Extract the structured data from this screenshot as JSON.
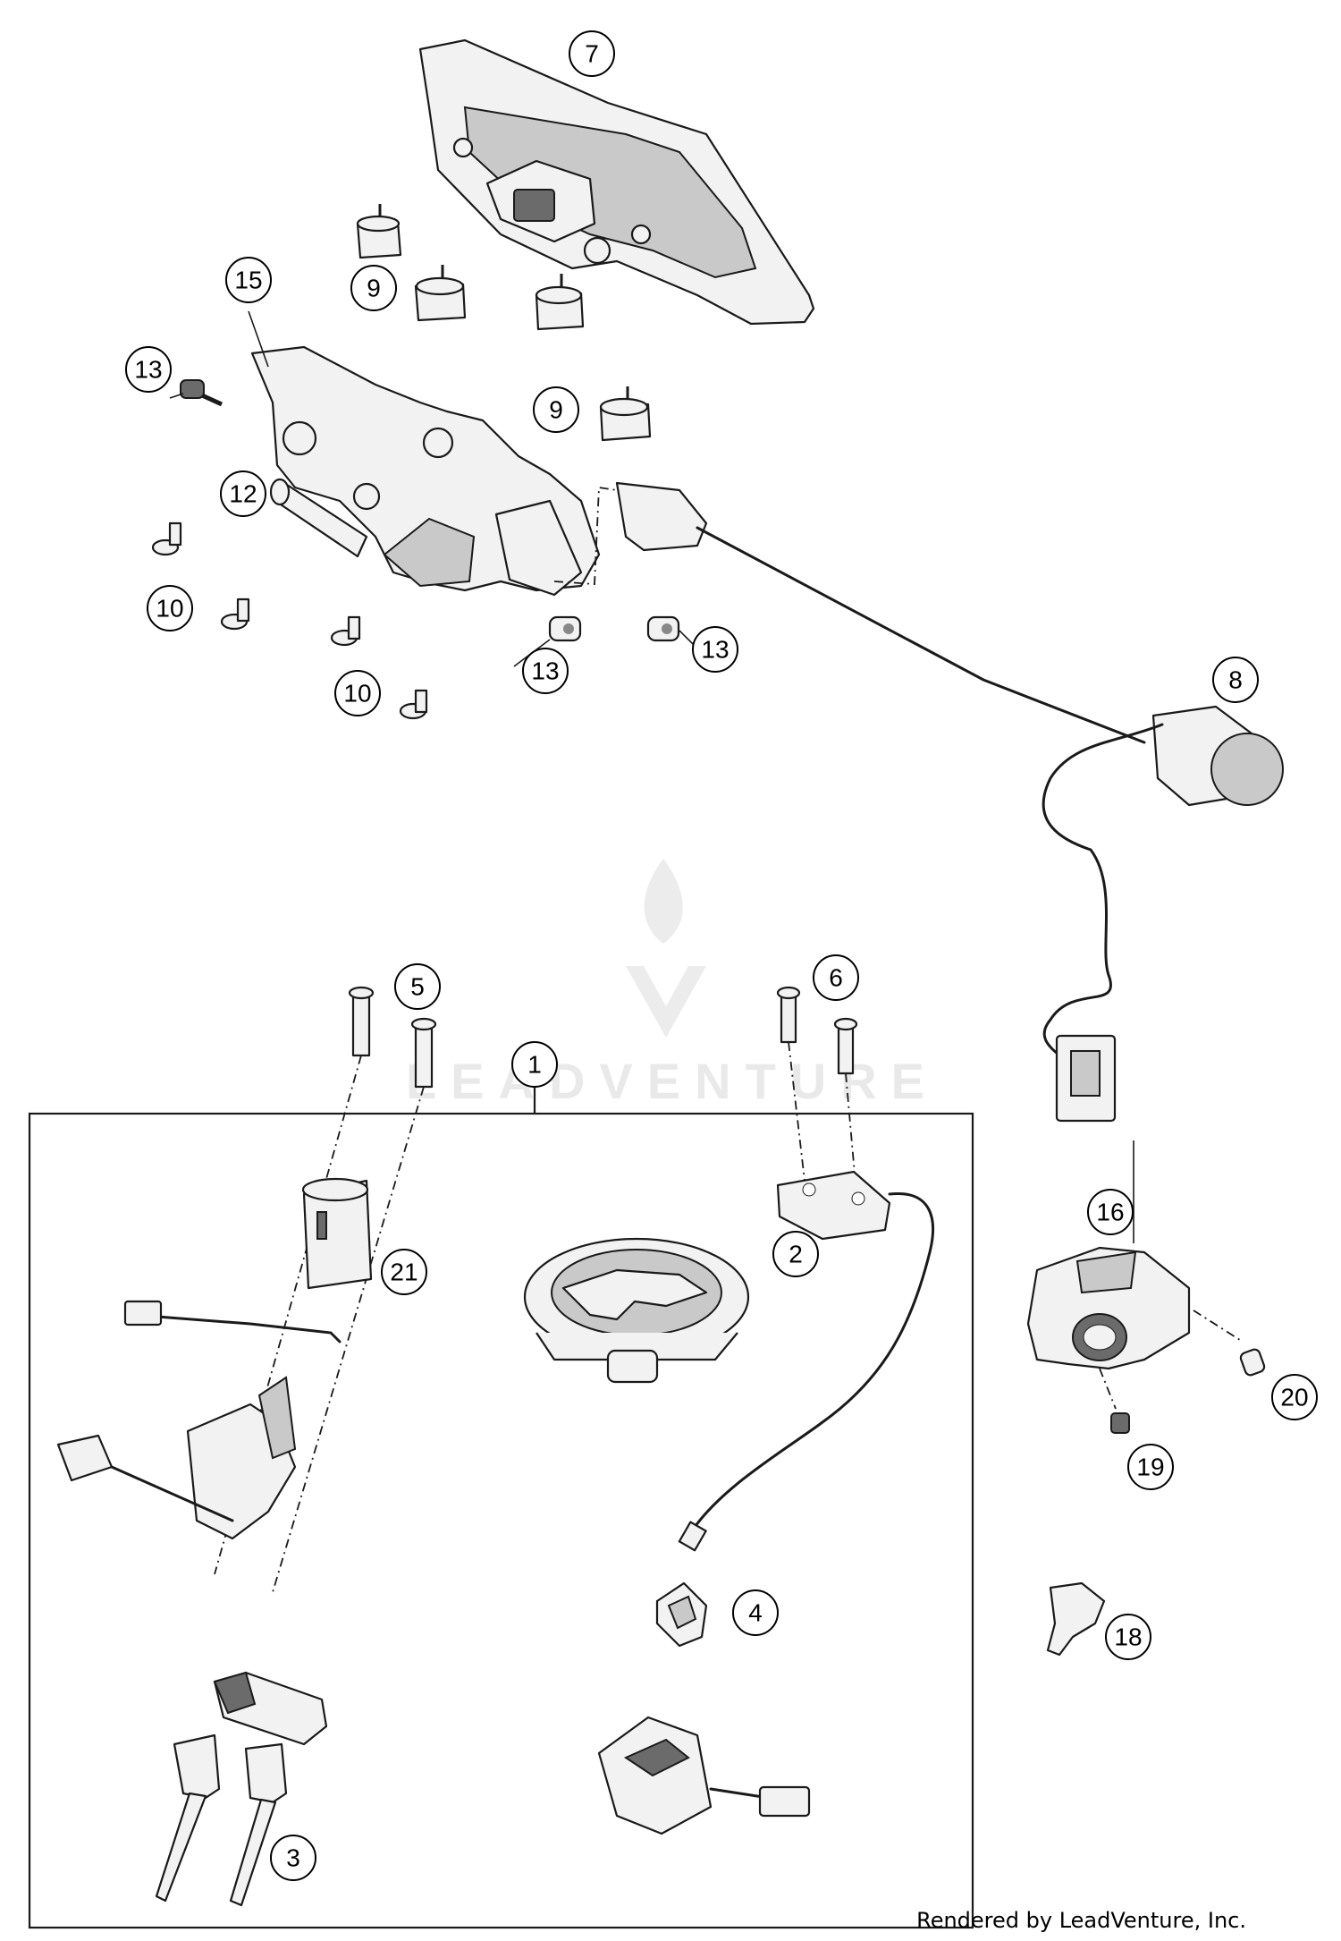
{
  "watermark": {
    "text": "LEADVENTURE"
  },
  "credit": "Rendered by LeadVenture, Inc.",
  "callouts": {
    "c7": "7",
    "c15": "15",
    "c9a": "9",
    "c9b": "9",
    "c13a": "13",
    "c12": "12",
    "c10a": "10",
    "c10b": "10",
    "c13b": "13",
    "c13c": "13",
    "c8": "8",
    "c5": "5",
    "c6": "6",
    "c1": "1",
    "c21": "21",
    "c2": "2",
    "c16": "16",
    "c20": "20",
    "c19": "19",
    "c4": "4",
    "c18": "18",
    "c3": "3"
  }
}
